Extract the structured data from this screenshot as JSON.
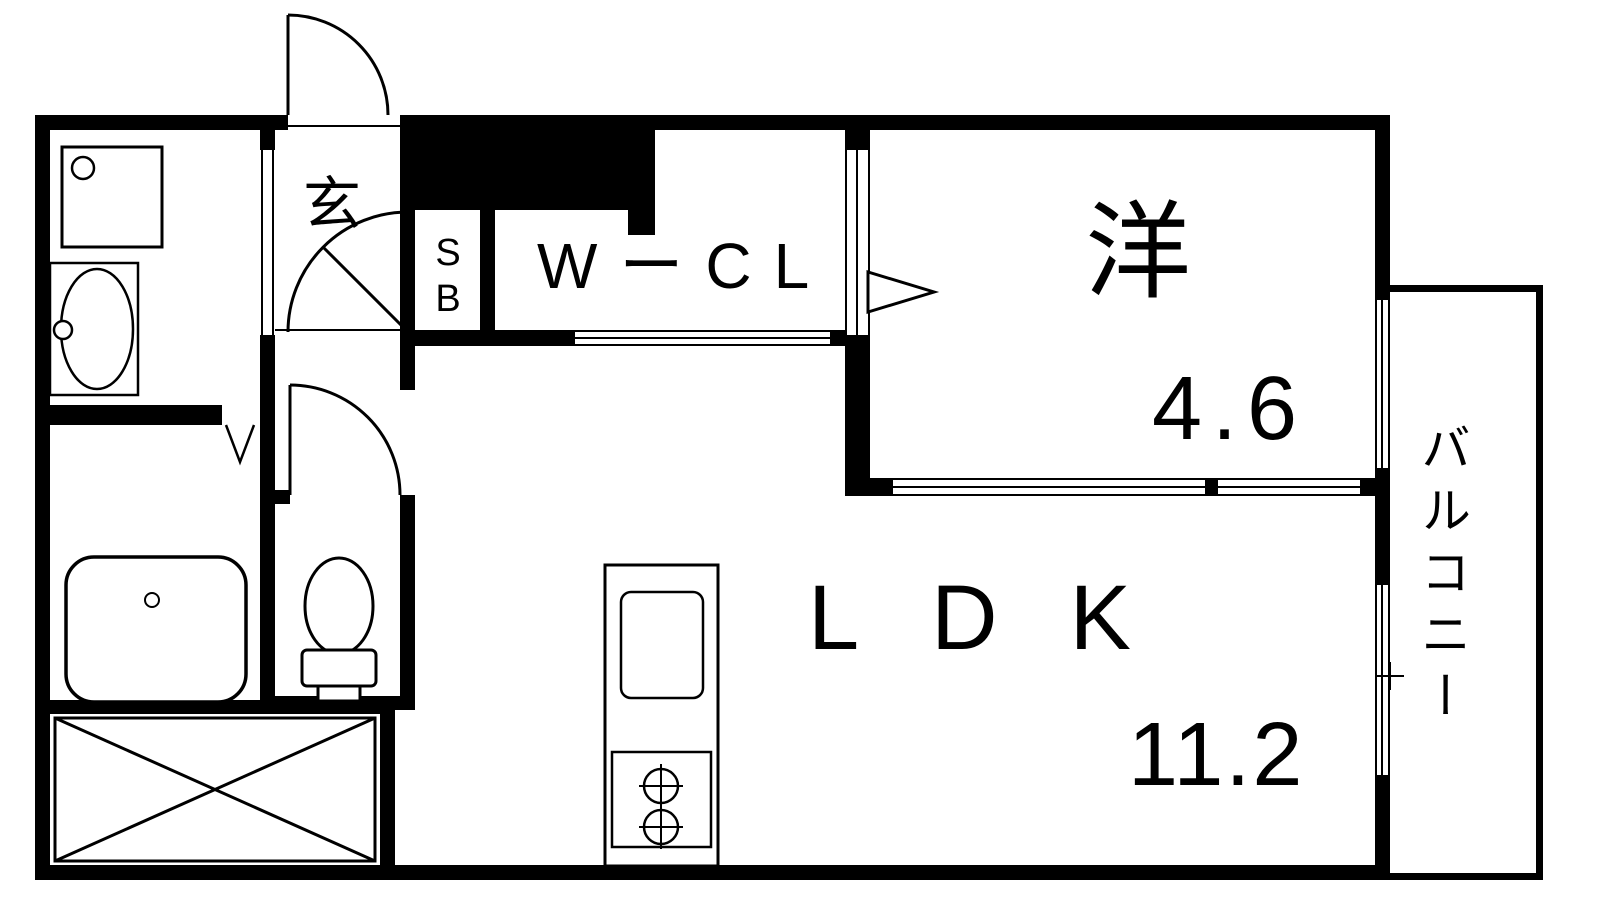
{
  "floorplan": {
    "background": "#ffffff",
    "line_color": "#000000",
    "labels": {
      "entrance": "玄",
      "shoe_box": "SB",
      "walk_in_closet": "WーCL",
      "western_room": "洋",
      "western_room_area": "4.6",
      "ldk": "LDK",
      "ldk_area": "11.2",
      "balcony": "バルコニー"
    }
  }
}
